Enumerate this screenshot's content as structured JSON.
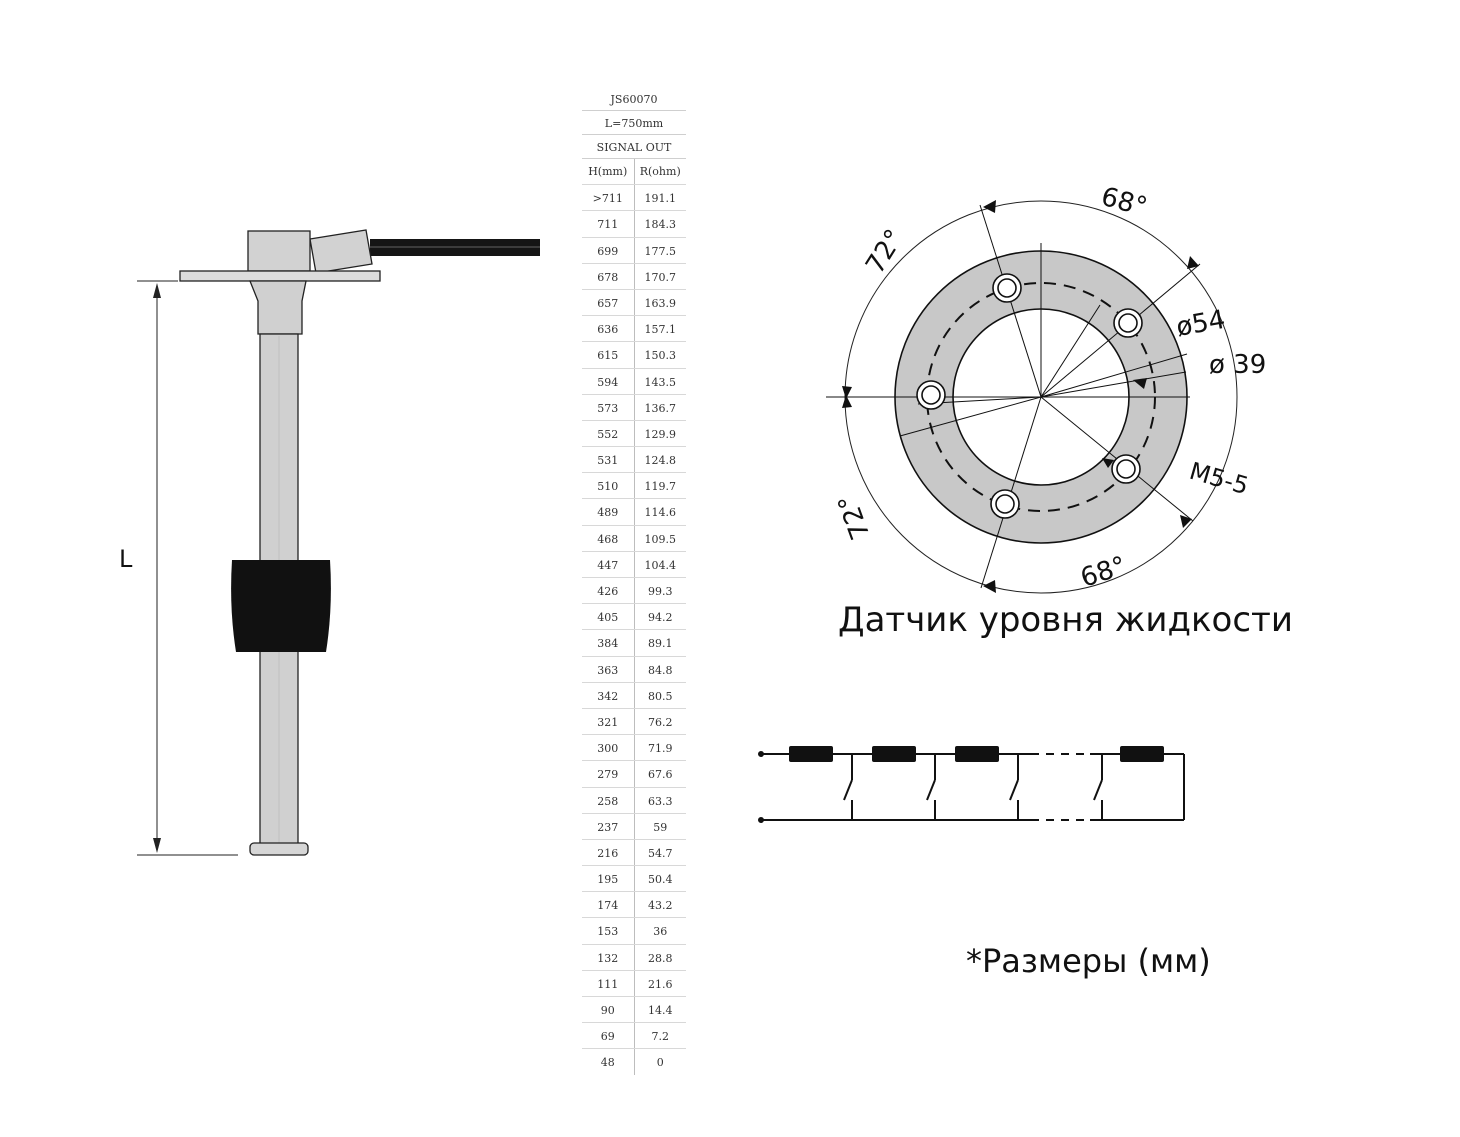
{
  "sensor": {
    "length_label": "L"
  },
  "table": {
    "model": "JS60070",
    "length": "L=750mm",
    "signal": "SIGNAL OUT",
    "columns": [
      "H(mm)",
      "R(ohm)"
    ],
    "rows": [
      [
        ">711",
        "191.1"
      ],
      [
        "711",
        "184.3"
      ],
      [
        "699",
        "177.5"
      ],
      [
        "678",
        "170.7"
      ],
      [
        "657",
        "163.9"
      ],
      [
        "636",
        "157.1"
      ],
      [
        "615",
        "150.3"
      ],
      [
        "594",
        "143.5"
      ],
      [
        "573",
        "136.7"
      ],
      [
        "552",
        "129.9"
      ],
      [
        "531",
        "124.8"
      ],
      [
        "510",
        "119.7"
      ],
      [
        "489",
        "114.6"
      ],
      [
        "468",
        "109.5"
      ],
      [
        "447",
        "104.4"
      ],
      [
        "426",
        "99.3"
      ],
      [
        "405",
        "94.2"
      ],
      [
        "384",
        "89.1"
      ],
      [
        "363",
        "84.8"
      ],
      [
        "342",
        "80.5"
      ],
      [
        "321",
        "76.2"
      ],
      [
        "300",
        "71.9"
      ],
      [
        "279",
        "67.6"
      ],
      [
        "258",
        "63.3"
      ],
      [
        "237",
        "59"
      ],
      [
        "216",
        "54.7"
      ],
      [
        "195",
        "50.4"
      ],
      [
        "174",
        "43.2"
      ],
      [
        "153",
        "36"
      ],
      [
        "132",
        "28.8"
      ],
      [
        "111",
        "21.6"
      ],
      [
        "90",
        "14.4"
      ],
      [
        "69",
        "7.2"
      ],
      [
        "48",
        "0"
      ]
    ]
  },
  "flange": {
    "angle_top_right": "68°",
    "angle_top_left": "72°",
    "angle_bottom_left": "72°",
    "angle_bottom_right": "68°",
    "outer_diameter": "ø54",
    "inner_diameter": "ø 39",
    "screw": "M5-5"
  },
  "title": "Датчик уровня жидкости",
  "note": "*Размеры (мм)",
  "colors": {
    "ring_fill": "#c8c8c8",
    "float_fill": "#111111",
    "tube_fill": "#d0d0d0",
    "line": "#111111"
  }
}
